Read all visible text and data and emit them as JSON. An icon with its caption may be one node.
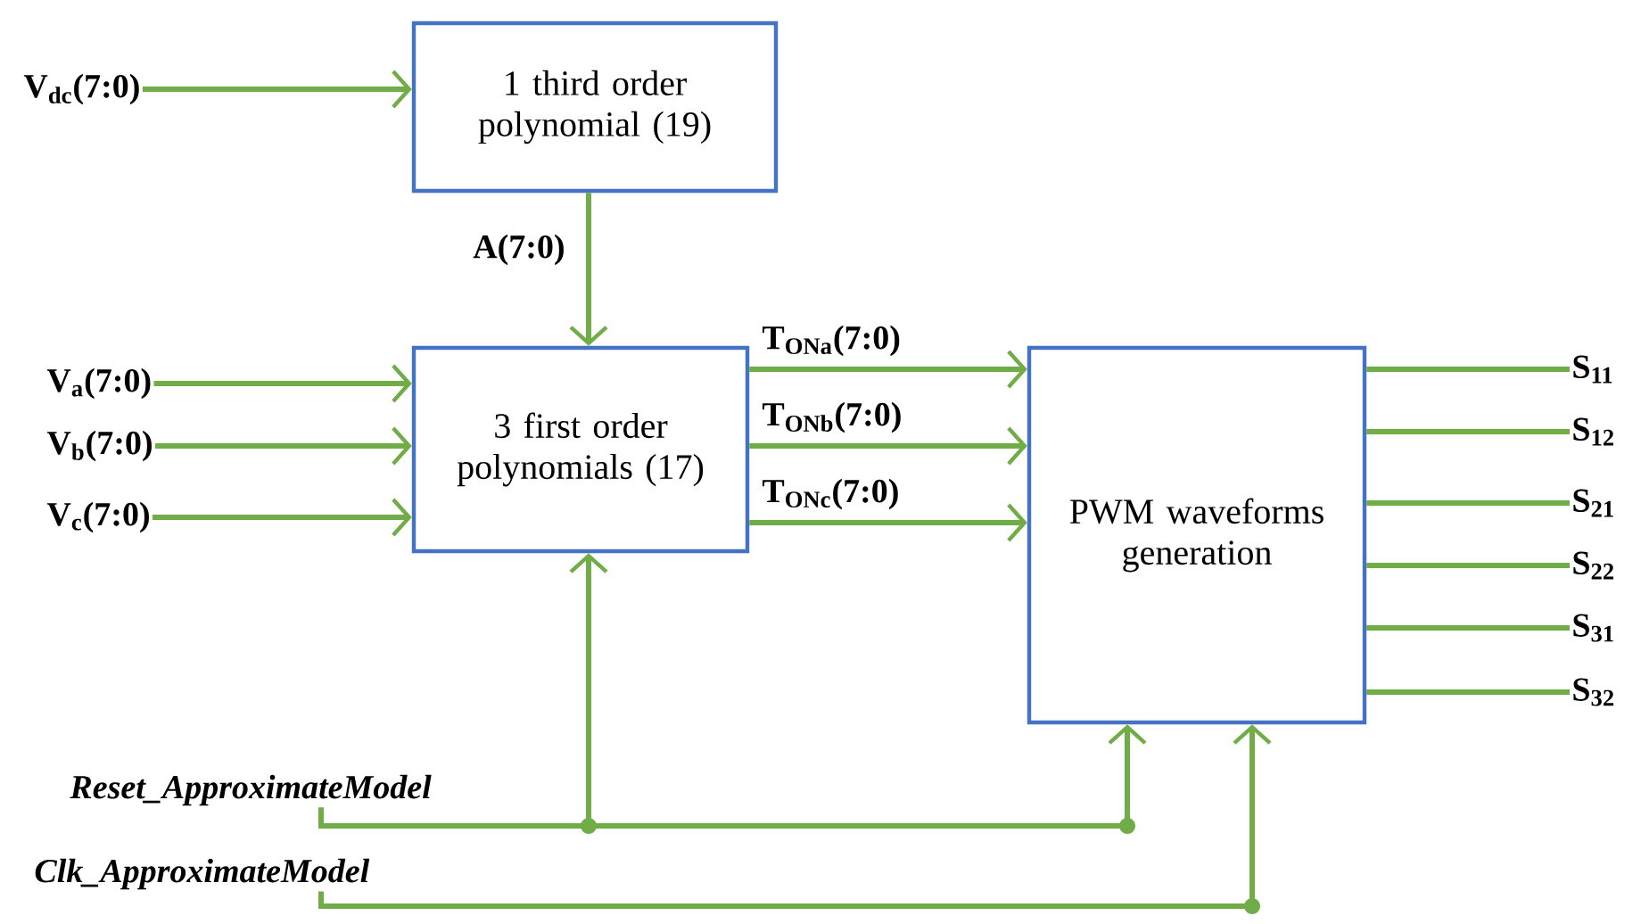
{
  "diagram": {
    "nodes": [
      {
        "text": [
          "V$_{dc}$(7:0)"
        ]
      },
      {
        "text": [
          "1 third order polynomial (19)"
        ]
      },
      {
        "text": [
          "V$_{a}$(7:0)"
        ]
      },
      {
        "text": [
          "V$_{b}$(7:0)"
        ]
      },
      {
        "text": [
          "V$_{c}$(7:0)"
        ]
      },
      {
        "text": [
          "3 first order polynomials (17)"
        ]
      },
      {
        "text": [
          "PWM waveforms generation"
        ]
      },
      {
        "text": [
          "S$_{11}$"
        ]
      },
      {
        "text": [
          "S$_{12}$"
        ]
      },
      {
        "text": [
          "S$_{21}$"
        ]
      },
      {
        "text": [
          "S$_{22}$"
        ]
      },
      {
        "text": [
          "S$_{31}$"
        ]
      },
      {
        "text": [
          "S$_{32}$"
        ]
      },
      {
        "text": [
          "Reset_ApproximateModel"
        ]
      },
      {
        "text": [
          "Clk_ApproximateModel"
        ]
      }
    ],
    "edges": [
      {
        "from": 0,
        "to": 1,
        "arrow": "to"
      },
      {
        "from": 1,
        "to": 5,
        "arrow": "to",
        "label": "A(7:0)"
      },
      {
        "from": 2,
        "to": 5,
        "arrow": "to"
      },
      {
        "from": 3,
        "to": 5,
        "arrow": "to"
      },
      {
        "from": 4,
        "to": 5,
        "arrow": "to"
      },
      {
        "from": 5,
        "to": 6,
        "arrow": "to",
        "label": "T$_{ONa}$(7:0)"
      },
      {
        "from": 5,
        "to": 6,
        "arrow": "to",
        "label": "T$_{ONb}$(7:0)"
      },
      {
        "from": 5,
        "to": 6,
        "arrow": "to",
        "label": "T$_{ONc}$(7:0)"
      },
      {
        "from": 6,
        "to": 7,
        "arrow": "none"
      },
      {
        "from": 6,
        "to": 8,
        "arrow": "none"
      },
      {
        "from": 6,
        "to": 9,
        "arrow": "none"
      },
      {
        "from": 6,
        "to": 10,
        "arrow": "none"
      },
      {
        "from": 6,
        "to": 11,
        "arrow": "none"
      },
      {
        "from": 6,
        "to": 12,
        "arrow": "none"
      },
      {
        "from": 13,
        "to": 5,
        "arrow": "to"
      },
      {
        "from": 13,
        "to": 6,
        "arrow": "to"
      },
      {
        "from": 14,
        "to": 6,
        "arrow": "to"
      }
    ]
  }
}
